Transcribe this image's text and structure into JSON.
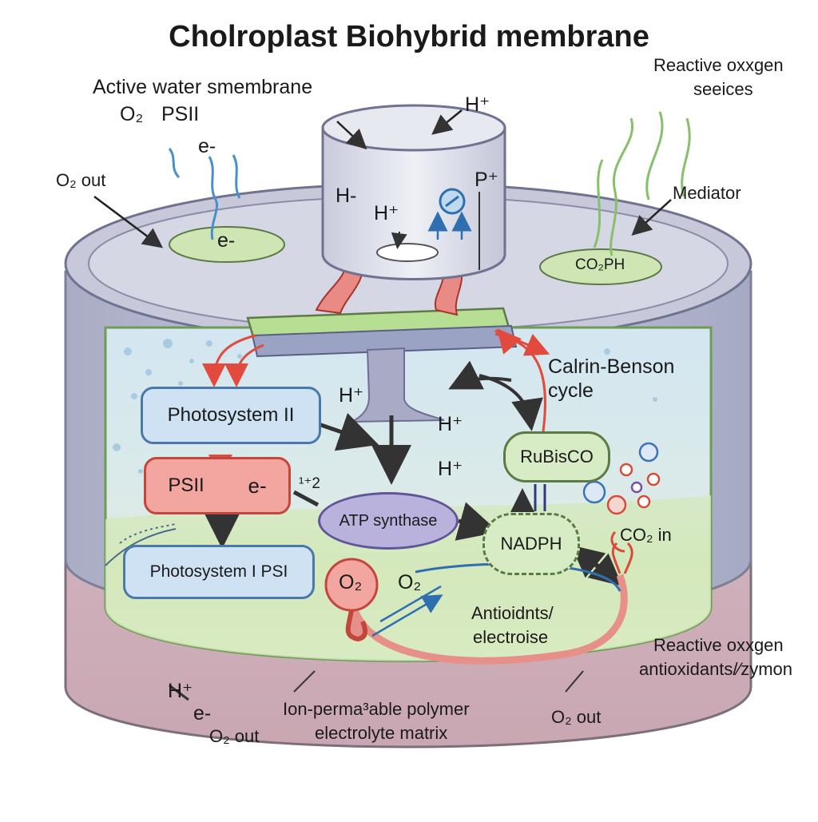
{
  "title": "Cholroplast Biohybrid membrane",
  "top_left": {
    "line1": "Active water  smembrane",
    "o2": "O₂",
    "psii": "PSII",
    "e1": "e-",
    "o2_out": "O₂ out",
    "e2": "e-"
  },
  "top_right": {
    "reactive": "Reactive oxxgen",
    "seeices": "seeices",
    "mediator": "Mediator",
    "co2ph": "CO₂PH"
  },
  "cylinder": {
    "h_plus_top": "H⁺",
    "h_minus": "H-",
    "h_plus_inner": "H⁺",
    "p_plus": "P⁺"
  },
  "inner": {
    "calvin": "Calrin-Benson",
    "cycle": "cycle",
    "photosystem_ii": "Photosystem II",
    "h_plus_a": "H⁺",
    "h_plus_b": "H⁺",
    "h_plus_c": "H⁺",
    "rubisco": "RuBisCO",
    "psii": "PSII",
    "e_minus": "e-",
    "mark": "¹⁺2",
    "atp_synthase": "ATP synthase",
    "nadph": "NADPH",
    "co2_in": "CO₂ in",
    "photosystem_i": "Photosystem I PSI",
    "o2_a": "O₂",
    "o2_b": "O₂",
    "antioxidants_1": "Antioidnts/",
    "antioxidants_2": "electroise"
  },
  "bottom": {
    "reactive": "Reactive oxxgen",
    "antioxidants_zymon": "antioxidants/⁄zymon",
    "h_plus": "H⁺",
    "e_minus": "e-",
    "o2_out_left": "O₂ out",
    "polymer_1": "Ion-perma³able polymer",
    "polymer_2": "electrolyte matrix",
    "o2_out_right": "O₂ out"
  },
  "colors": {
    "membrane_green": "#cfe8b0",
    "water_blue": "#d6e8f2",
    "cylinder_gray": "#b9bdd3",
    "base_pink": "#d9b8c0",
    "arrow_red": "#e14a3c",
    "psii_red": "#f3a6a0",
    "box_blue": "#cfe2f3",
    "atp_purple": "#b8b2dc",
    "nadph_green": "#d7ecc4",
    "wave_green": "#86c06b",
    "wave_blue": "#4a90c8"
  }
}
